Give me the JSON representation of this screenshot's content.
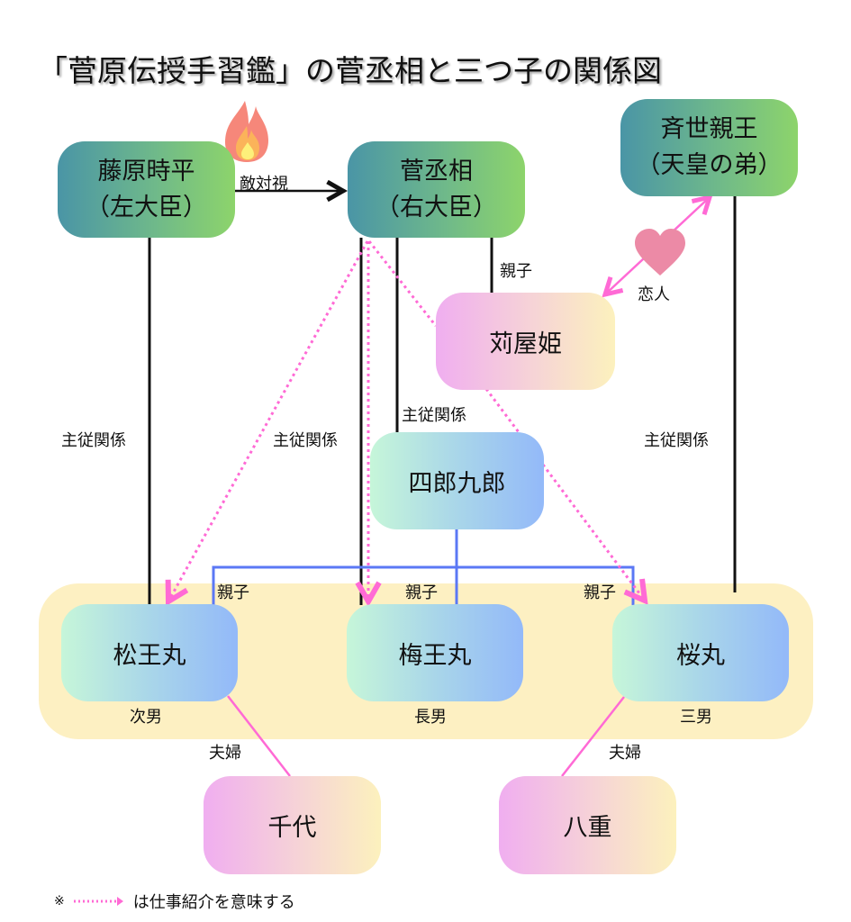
{
  "title": "「菅原伝授手習鑑」の菅丞相と三つ子の関係図",
  "nodes": {
    "fujiwara": {
      "line1": "藤原時平",
      "line2": "（左大臣）"
    },
    "kanshojo": {
      "line1": "菅丞相",
      "line2": "（右大臣）"
    },
    "tokiyo": {
      "line1": "斉世親王",
      "line2": "（天皇の弟）"
    },
    "kariya": {
      "name": "苅屋姫"
    },
    "shiro": {
      "name": "四郎九郎"
    },
    "matsuo": {
      "name": "松王丸"
    },
    "umeo": {
      "name": "梅王丸"
    },
    "sakura": {
      "name": "桜丸"
    },
    "chiyo": {
      "name": "千代"
    },
    "yae": {
      "name": "八重"
    }
  },
  "labels": {
    "hostility": "敵対視",
    "parent_child_kariya": "親子",
    "lovers": "恋人",
    "master_servant_fujiwara": "主従関係",
    "master_servant_kanshojo": "主従関係",
    "master_servant_shiro": "主従関係",
    "master_servant_tokiyo": "主従関係",
    "parent_child_matsuo": "親子",
    "parent_child_umeo": "親子",
    "parent_child_sakura": "親子",
    "second_son": "次男",
    "eldest_son": "長男",
    "third_son": "三男",
    "married_chiyo": "夫婦",
    "married_yae": "夫婦"
  },
  "legend": {
    "symbol": "※",
    "text": "は仕事紹介を意味する"
  },
  "icons": {
    "fire": "fire-icon",
    "heart": "heart-icon"
  },
  "colors": {
    "black_line": "#111111",
    "blue_line": "#5b78f5",
    "pink_line": "#ff6ad5",
    "heart": "#ec8aa6",
    "group_bg": "#fdf0c2"
  }
}
